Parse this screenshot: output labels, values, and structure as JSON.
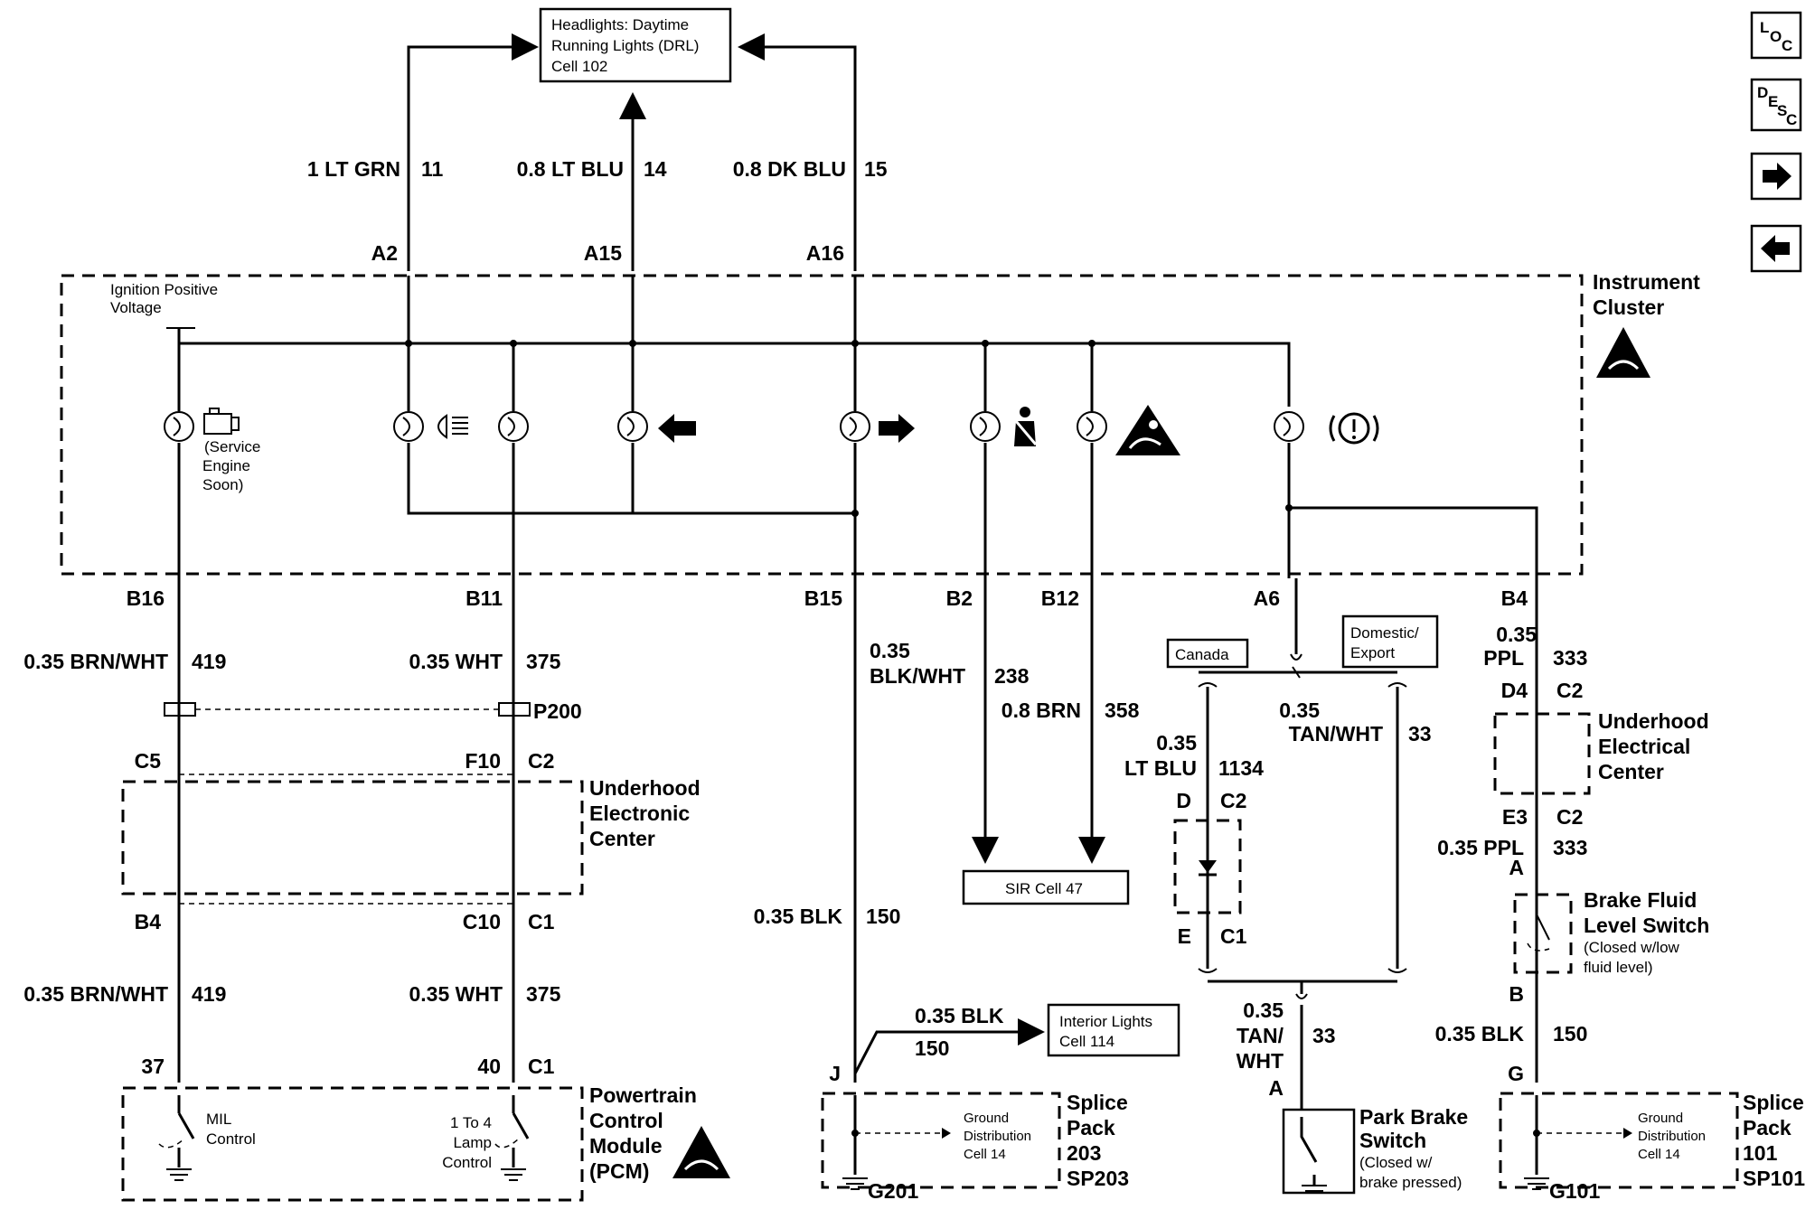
{
  "nav": {
    "loc": "LOC",
    "desc": "DESC",
    "next": "→",
    "prev": "←"
  },
  "drl_box": {
    "line1": "Headlights: Daytime",
    "line2": "Running Lights (DRL)",
    "line3": "Cell 102"
  },
  "top_wires": [
    {
      "wire": "1 LT GRN",
      "circuit": "11",
      "pin": "A2"
    },
    {
      "wire": "0.8 LT BLU",
      "circuit": "14",
      "pin": "A15"
    },
    {
      "wire": "0.8 DK BLU",
      "circuit": "15",
      "pin": "A16"
    }
  ],
  "cluster": {
    "title1": "Instrument",
    "title2": "Cluster",
    "ign1": "Ignition Positive",
    "ign2": "Voltage"
  },
  "ses": {
    "l1": "(Service",
    "l2": "Engine",
    "l3": "Soon)"
  },
  "pins_bottom": {
    "b16": "B16",
    "b11": "B11",
    "b15": "B15",
    "b2": "B2",
    "b12": "B12",
    "a6": "A6",
    "b4": "B4"
  },
  "col_a": {
    "wire1": "0.35 BRN/WHT",
    "circ1": "419",
    "c5": "C5",
    "b4": "B4",
    "wire2": "0.35 BRN/WHT",
    "circ2": "419",
    "pin37": "37"
  },
  "col_b": {
    "wire1": "0.35 WHT",
    "circ1": "375",
    "p200": "P200",
    "f10": "F10",
    "c2": "C2",
    "c10": "C10",
    "c1a": "C1",
    "wire2": "0.35 WHT",
    "circ2": "375",
    "pin40": "40",
    "c1b": "C1"
  },
  "uec": {
    "l1": "Underhood",
    "l2": "Electronic",
    "l3": "Center"
  },
  "pcm": {
    "l1": "Powertrain",
    "l2": "Control",
    "l3": "Module",
    "l4": "(PCM)",
    "mil1": "MIL",
    "mil2": "Control",
    "lamp1": "1 To 4",
    "lamp2": "Lamp",
    "lamp3": "Control"
  },
  "col_c": {
    "w1a": "0.35",
    "w1b": "BLK/WHT",
    "circ1": "238",
    "w2": "0.8 BRN",
    "circ2": "358",
    "sir": "SIR Cell 47"
  },
  "col_d": {
    "wire": "0.35 BLK",
    "circ": "150",
    "j": "J",
    "wire2": "0.35 BLK",
    "circ2": "150",
    "interior1": "Interior Lights",
    "interior2": "Cell 114"
  },
  "sp203": {
    "l1": "Splice",
    "l2": "Pack",
    "l3": "203",
    "l4": "SP203",
    "gd1": "Ground",
    "gd2": "Distribution",
    "gd3": "Cell 14",
    "g": "G201"
  },
  "park": {
    "canada": "Canada",
    "dom1": "Domestic/",
    "dom2": "Export",
    "w1a": "0.35",
    "w1b": "LT BLU",
    "c1": "1134",
    "d": "D",
    "c2": "C2",
    "e": "E",
    "c1b": "C1",
    "w2a": "0.35",
    "w2b": "TAN/WHT",
    "c2b": "33",
    "w3a": "0.35",
    "w3b": "TAN/",
    "w3c": "WHT",
    "c3": "33",
    "a": "A",
    "sw1": "Park Brake",
    "sw2": "Switch",
    "sw3": "(Closed w/",
    "sw4": "brake pressed)"
  },
  "brake": {
    "w1a": "0.35",
    "w1b": "PPL",
    "c1": "333",
    "d4": "D4",
    "c2a": "C2",
    "uhc1": "Underhood",
    "uhc2": "Electrical",
    "uhc3": "Center",
    "e3": "E3",
    "c2b": "C2",
    "w2": "0.35 PPL",
    "c2": "333",
    "a": "A",
    "sw1": "Brake Fluid",
    "sw2": "Level Switch",
    "sw3": "(Closed w/low",
    "sw4": "fluid level)",
    "b": "B",
    "w3": "0.35 BLK",
    "c3": "150",
    "g": "G"
  },
  "sp101": {
    "l1": "Splice",
    "l2": "Pack",
    "l3": "101",
    "l4": "SP101",
    "gd1": "Ground",
    "gd2": "Distribution",
    "gd3": "Cell 14",
    "g": "G101"
  }
}
